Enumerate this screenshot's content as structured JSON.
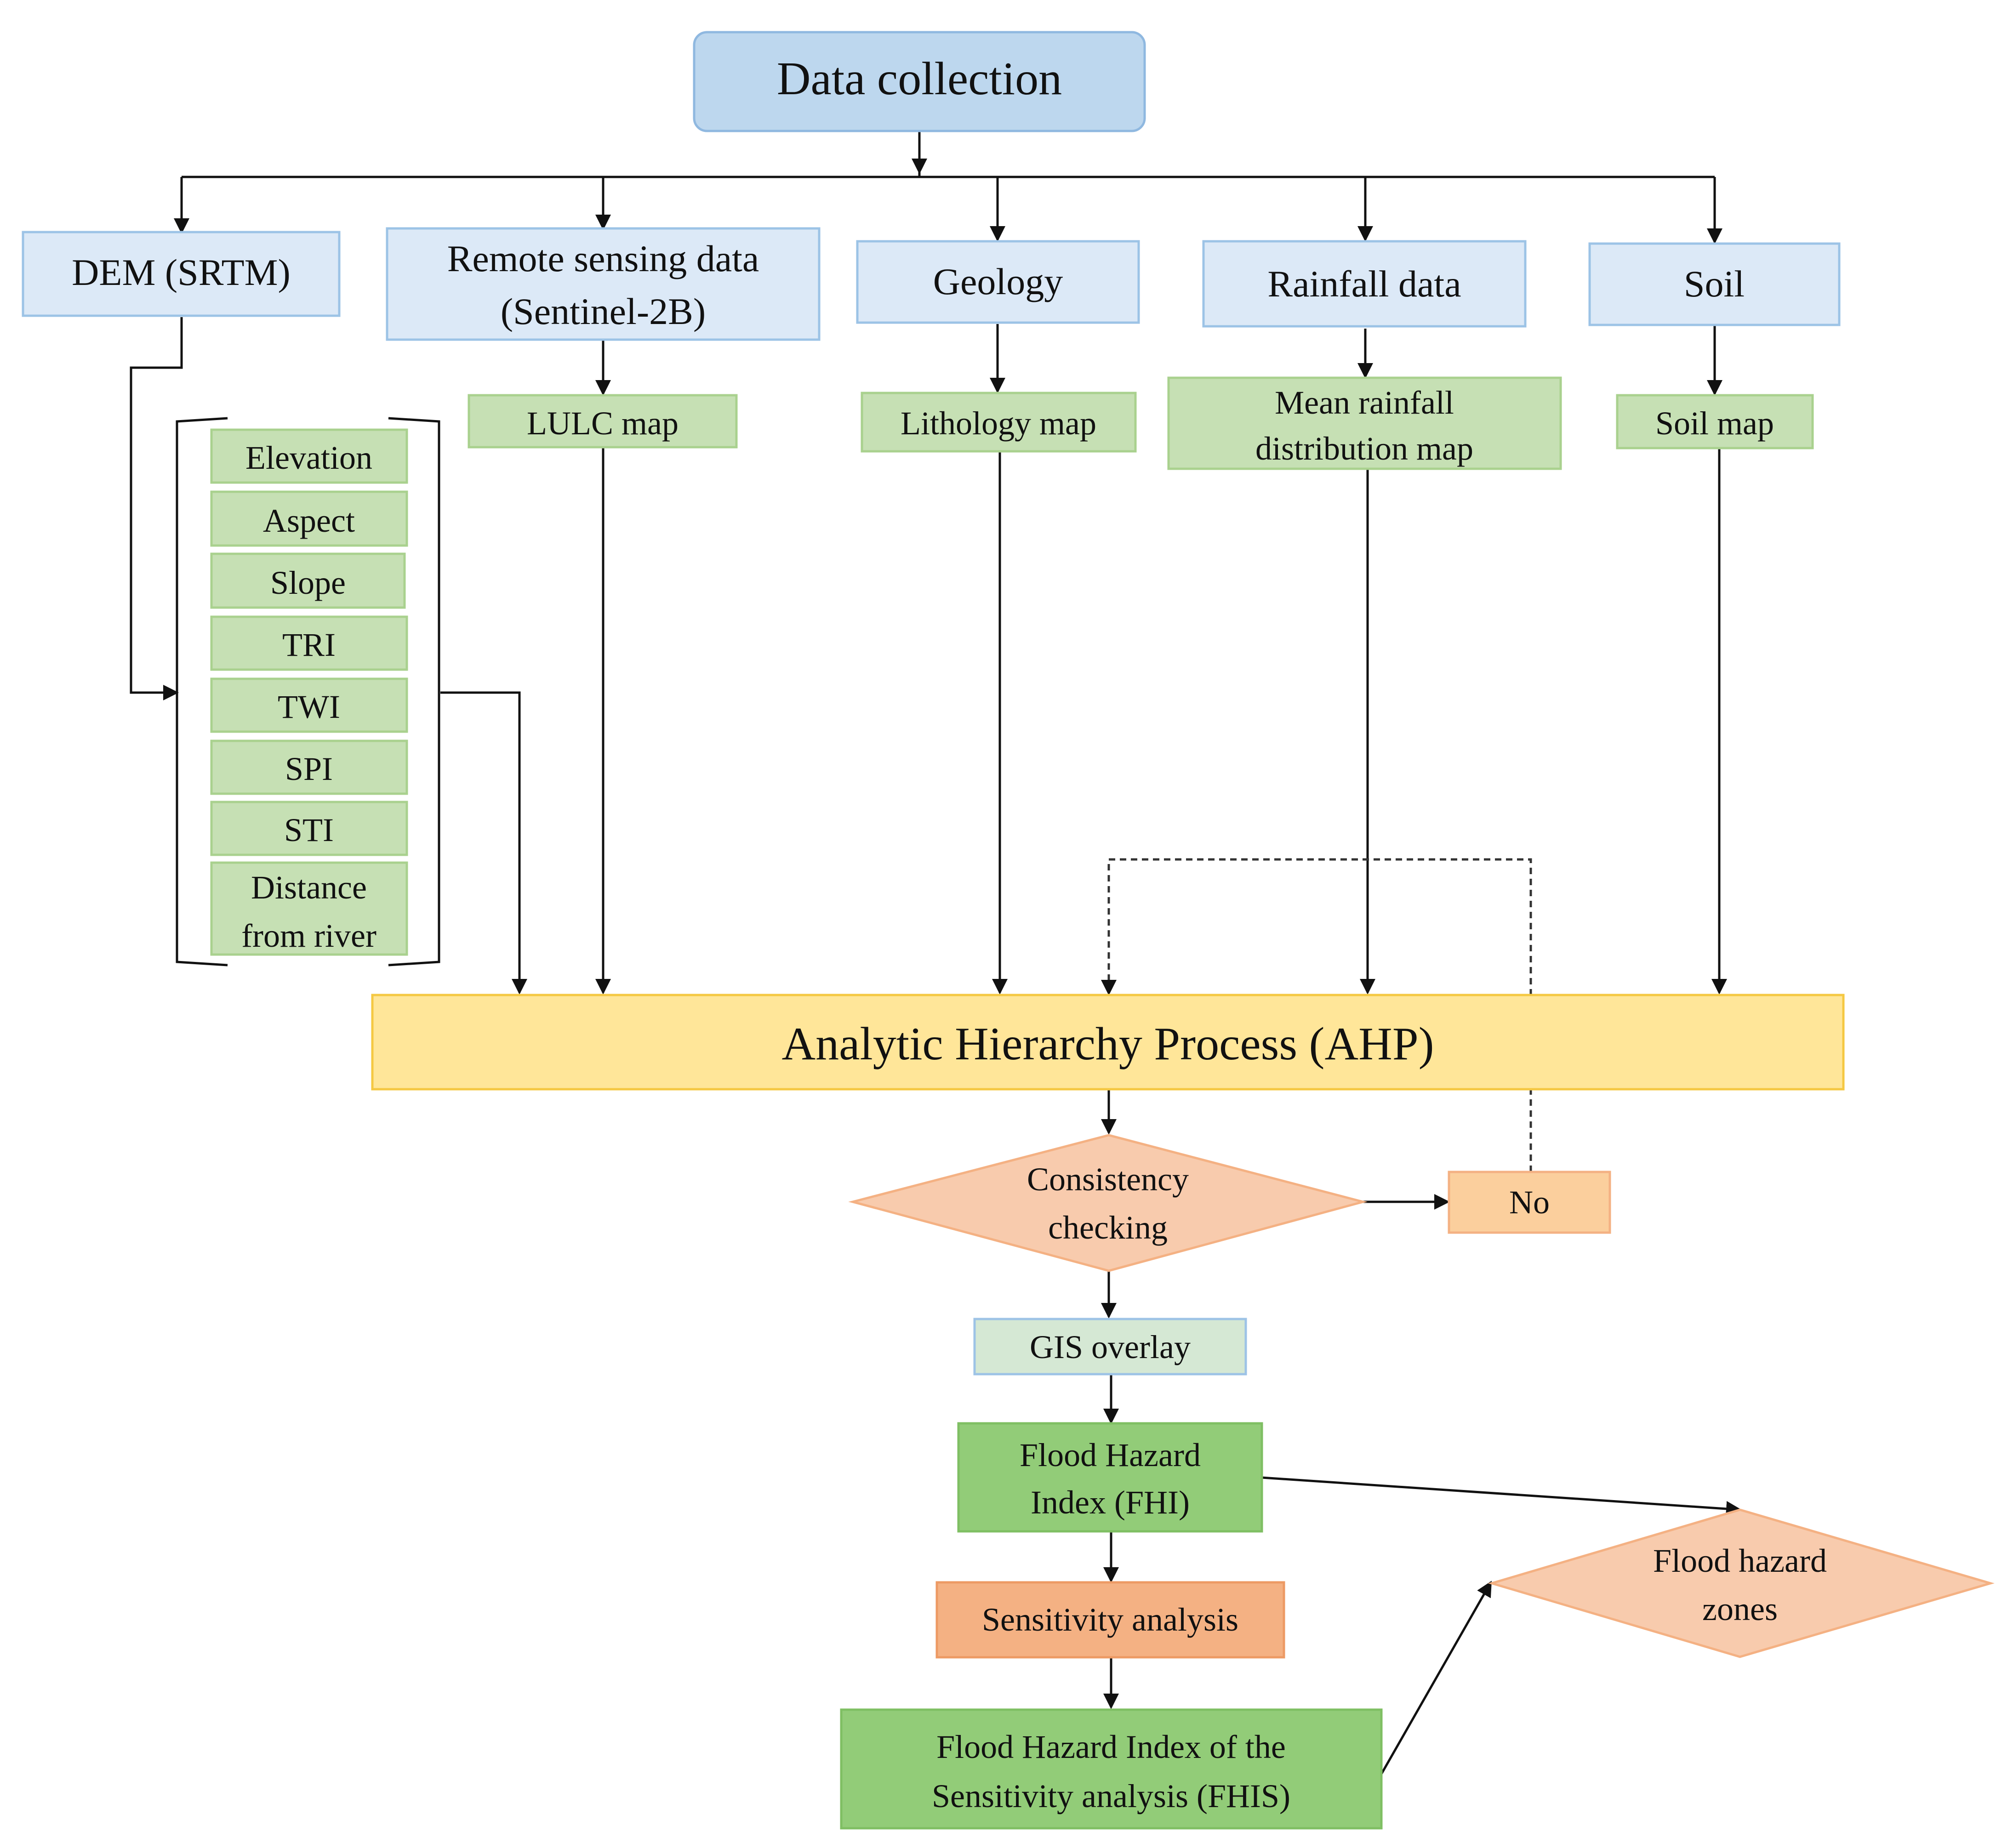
{
  "nodes": {
    "data_collection": "Data collection",
    "dem": "DEM (SRTM)",
    "remote_sensing": [
      "Remote sensing data",
      "(Sentinel-2B)"
    ],
    "geology": "Geology",
    "rainfall": "Rainfall data",
    "soil": "Soil",
    "lulc": "LULC map",
    "lithology": "Lithology map",
    "mean_rainfall": [
      "Mean rainfall",
      "distribution map"
    ],
    "soil_map": "Soil map",
    "dem_factors": {
      "elevation": "Elevation",
      "aspect": "Aspect",
      "slope": "Slope",
      "tri": "TRI",
      "twi": "TWI",
      "spi": "SPI",
      "sti": "STI",
      "distance": [
        "Distance",
        "from river"
      ]
    },
    "ahp": "Analytic Hierarchy Process (AHP)",
    "consistency": [
      "Consistency",
      "checking"
    ],
    "no": "No",
    "gis": "GIS overlay",
    "fhi": [
      "Flood Hazard",
      "Index (FHI)"
    ],
    "sensitivity": "Sensitivity analysis",
    "fhis": [
      "Flood Hazard Index of the",
      "Sensitivity analysis (FHIS)"
    ],
    "zones": [
      "Flood hazard",
      "zones"
    ]
  },
  "colors": {
    "source_box": "#dce9f7",
    "header_box": "#bdd7ee",
    "map_box": "#c6e0b4",
    "index_box": "#92cc78",
    "ahp_box": "#ffe699",
    "decision": "#f8cbad",
    "sensitivity_box": "#f4b183"
  }
}
